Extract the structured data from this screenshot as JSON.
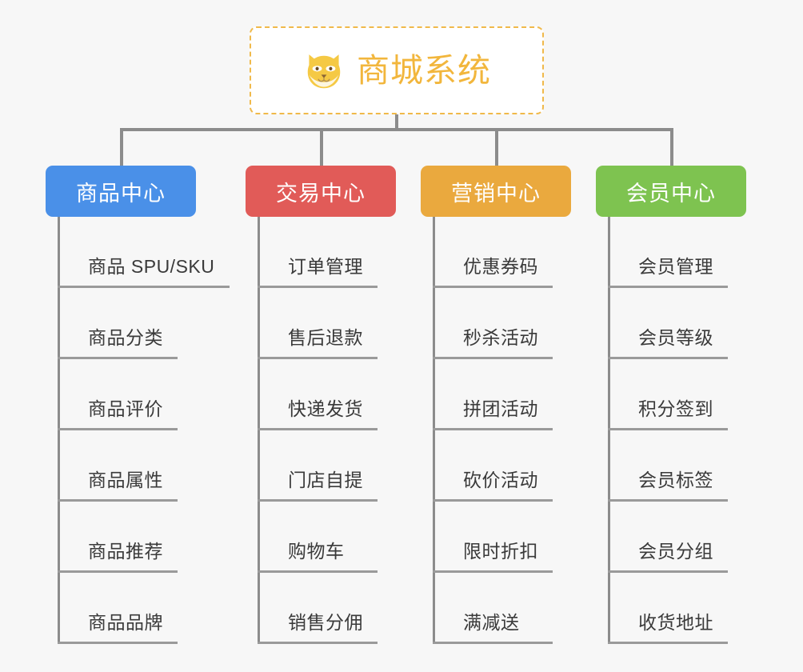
{
  "page": {
    "background_color": "#f7f7f7",
    "diagram_type": "org-tree"
  },
  "root": {
    "title": "商城系统",
    "icon": "shiba-dog-face-emoji",
    "text_color": "#f2b63c",
    "border_color": "#f0b94a",
    "background_color": "#ffffff"
  },
  "connector": {
    "color": "#8c8c8c"
  },
  "columns": [
    {
      "title": "商品中心",
      "color": "#4a90e8",
      "items": [
        "商品 SPU/SKU",
        "商品分类",
        "商品评价",
        "商品属性",
        "商品推荐",
        "商品品牌"
      ]
    },
    {
      "title": "交易中心",
      "color": "#e15b58",
      "items": [
        "订单管理",
        "售后退款",
        "快递发货",
        "门店自提",
        "购物车",
        "销售分佣"
      ]
    },
    {
      "title": "营销中心",
      "color": "#eaa93e",
      "items": [
        "优惠券码",
        "秒杀活动",
        "拼团活动",
        "砍价活动",
        "限时折扣",
        "满减送"
      ]
    },
    {
      "title": "会员中心",
      "color": "#7ec350",
      "items": [
        "会员管理",
        "会员等级",
        "积分签到",
        "会员标签",
        "会员分组",
        "收货地址"
      ]
    }
  ]
}
